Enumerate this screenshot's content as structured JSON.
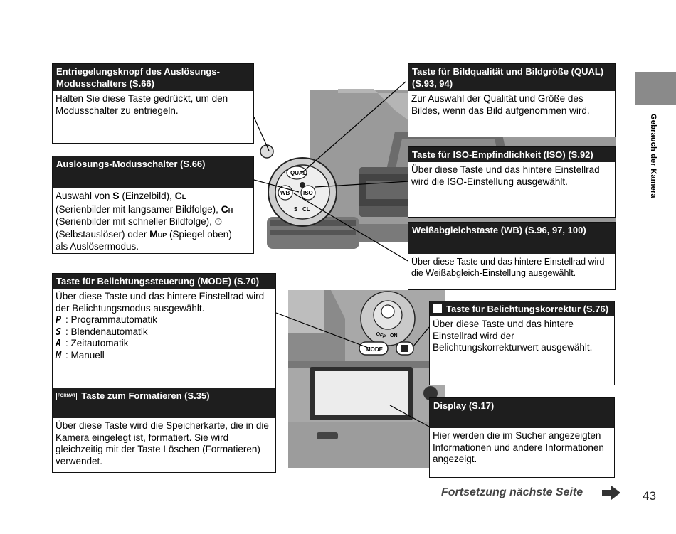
{
  "side_tab": {
    "label": "Gebrauch der Kamera"
  },
  "callouts": {
    "release_lock": {
      "title": "Entriegelungsknopf des Auslösungs-Modusschalters (S.66)",
      "body": "Halten Sie diese Taste gedrückt, um den Modusschalter zu entriegeln."
    },
    "release_mode_dial": {
      "title": "Auslösungs-Modusschalter (S.66)",
      "line1_pre": "Auswahl von ",
      "line1_s": "S",
      "line1_mid": " (Einzelbild), ",
      "line1_cl": "C",
      "line1_cl_sub": "L",
      "line2": "(Serienbilder mit langsamer Bildfolge), ",
      "line2_ch": "C",
      "line2_ch_sub": "H",
      "line3": "(Serienbilder mit schneller Bildfolge), ",
      "line3_timer": "⏱",
      "line4": "(Selbstauslöser) oder ",
      "line4_mup": "M",
      "line4_mup_sub": "UP",
      "line4_end": " (Spiegel oben)",
      "line5": "als Auslösermodus."
    },
    "exposure_mode": {
      "title": "Taste für Belichtungssteuerung (MODE) (S.70)",
      "intro": "Über diese Taste und das hintere Einstellrad wird der Belichtungsmodus ausgewählt.",
      "modes": [
        {
          "letter": "P",
          "label": ": Programmautomatik"
        },
        {
          "letter": "S",
          "label": ": Blendenautomatik"
        },
        {
          "letter": "A",
          "label": ": Zeitautomatik"
        },
        {
          "letter": "M",
          "label": ": Manuell"
        }
      ]
    },
    "format": {
      "icon_text": "FORMAT",
      "title": "Taste zum Formatieren (S.35)",
      "body": "Über diese Taste wird die Speicherkarte, die in die Kamera eingelegt ist, formatiert. Sie wird gleichzeitig mit der Taste Löschen (Formatieren) verwendet."
    },
    "quality": {
      "title": "Taste für Bildqualität und Bildgröße (QUAL) (S.93, 94)",
      "body": "Zur Auswahl der Qualität und Größe des Bildes, wenn das Bild aufgenommen wird."
    },
    "iso": {
      "title": "Taste für ISO-Empfindlichkeit (ISO) (S.92)",
      "body": "Über diese Taste und das hintere Einstellrad wird die ISO-Einstellung ausgewählt."
    },
    "wb": {
      "title": "Weißabgleichstaste (WB) (S.96, 97, 100)",
      "body": "Über diese Taste und das hintere Einstellrad wird die Weißabgleich-Einstellung ausgewählt."
    },
    "exp_comp": {
      "title": "Taste für Belichtungskorrektur (S.76)",
      "body": "Über diese Taste und das hintere Einstellrad wird der Belichtungskorrekturwert ausgewählt."
    },
    "display": {
      "title": "Display (S.17)",
      "body": "Hier werden die im Sucher angezeigten Informationen und andere Informationen angezeigt."
    }
  },
  "camera_labels": {
    "qual": "QUAL",
    "wb": "WB",
    "iso": "ISO",
    "mode": "MODE",
    "off": "OFF",
    "on": "ON",
    "s": "S",
    "cl": "CL"
  },
  "footer": {
    "next": "Fortsetzung nächste Seite",
    "page": "43"
  }
}
